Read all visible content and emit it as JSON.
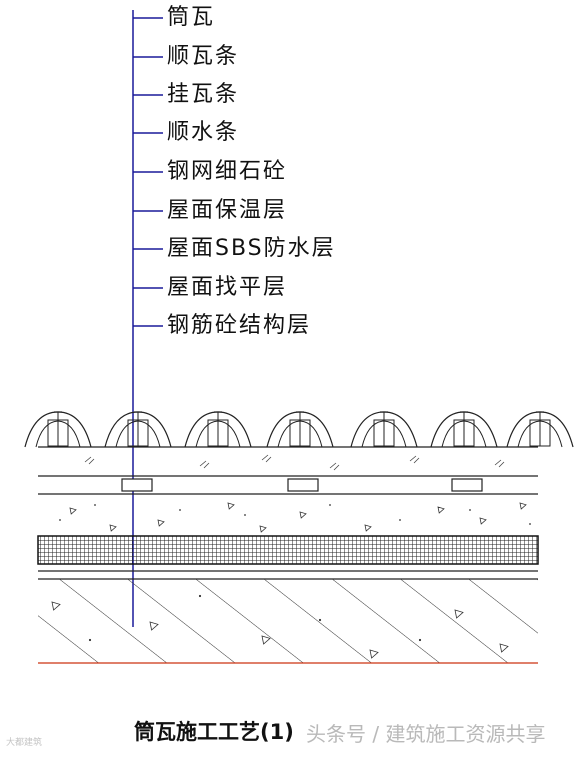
{
  "labels": [
    "筒瓦",
    "顺瓦条",
    "挂瓦条",
    "顺水条",
    "钢网细石砼",
    "屋面保温层",
    "屋面SBS防水层",
    "屋面找平层",
    "钢筋砼结构层"
  ],
  "caption": "筒瓦施工工艺(1)",
  "watermark_right": "头条号 / 建筑施工资源共享",
  "watermark_left": "大都建筑",
  "colors": {
    "line": "#1a1a9a",
    "hatch": "#2a2a2a",
    "ground": "#cc3311"
  }
}
